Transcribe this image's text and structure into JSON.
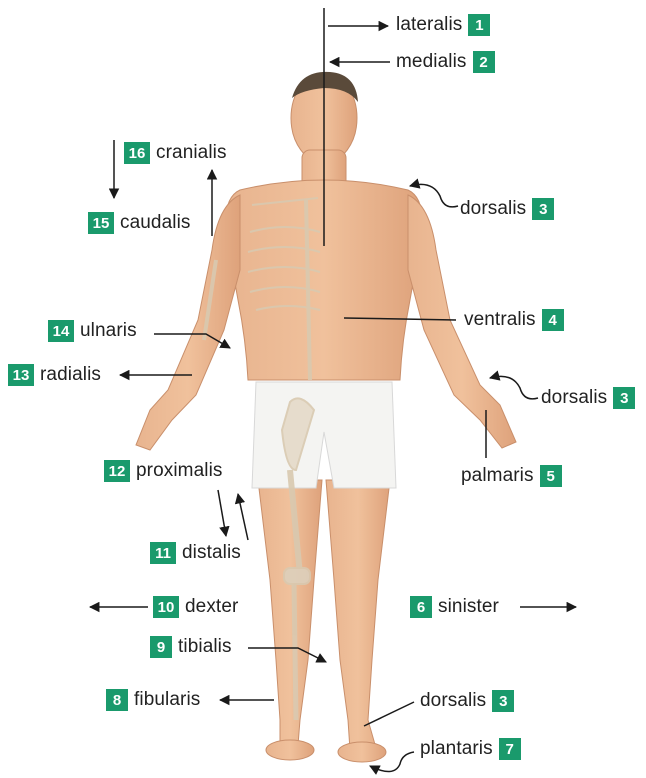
{
  "accent_color": "#1a9a6c",
  "labels": {
    "lateralis": {
      "text": "lateralis",
      "num": "1"
    },
    "medialis": {
      "text": "medialis",
      "num": "2"
    },
    "dorsalis_shoulder": {
      "text": "dorsalis",
      "num": "3"
    },
    "ventralis": {
      "text": "ventralis",
      "num": "4"
    },
    "dorsalis_hand": {
      "text": "dorsalis",
      "num": "3"
    },
    "palmaris": {
      "text": "palmaris",
      "num": "5"
    },
    "sinister": {
      "text": "sinister",
      "num": "6"
    },
    "dorsalis_foot": {
      "text": "dorsalis",
      "num": "3"
    },
    "plantaris": {
      "text": "plantaris",
      "num": "7"
    },
    "fibularis": {
      "text": "fibularis",
      "num": "8"
    },
    "tibialis": {
      "text": "tibialis",
      "num": "9"
    },
    "dexter": {
      "text": "dexter",
      "num": "10"
    },
    "distalis": {
      "text": "distalis",
      "num": "11"
    },
    "proximalis": {
      "text": "proximalis",
      "num": "12"
    },
    "radialis": {
      "text": "radialis",
      "num": "13"
    },
    "ulnaris": {
      "text": "ulnaris",
      "num": "14"
    },
    "caudalis": {
      "text": "caudalis",
      "num": "15"
    },
    "cranialis": {
      "text": "cranialis",
      "num": "16"
    }
  }
}
